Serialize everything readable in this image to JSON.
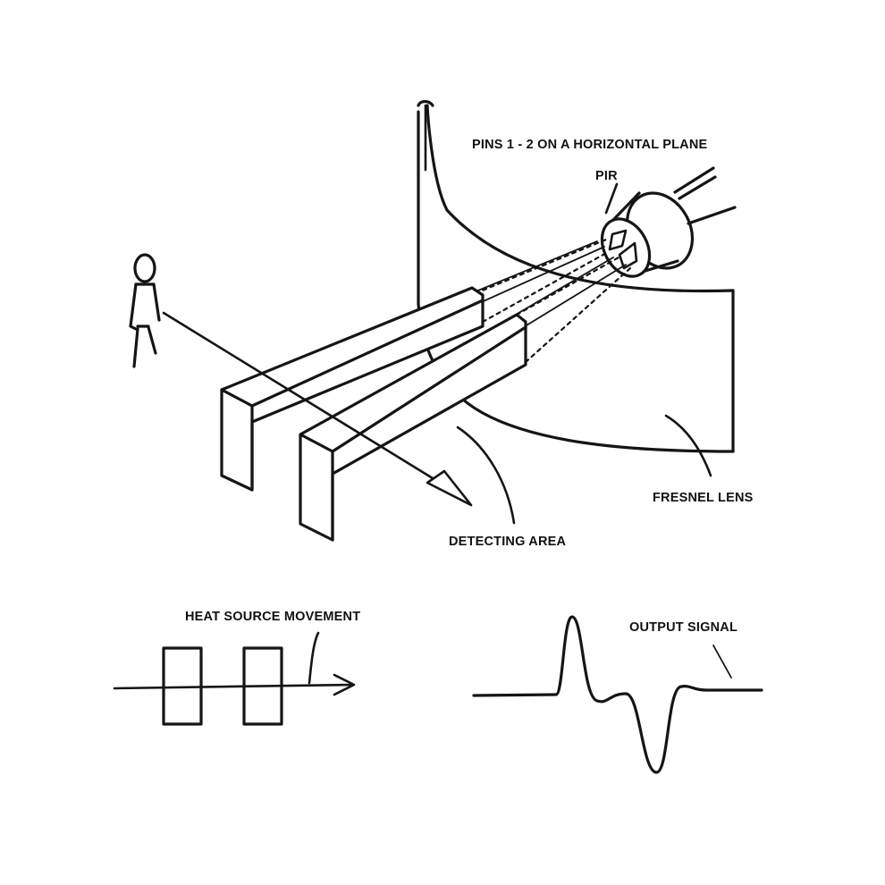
{
  "labels": {
    "pins": "PINS 1 - 2 ON A HORIZONTAL PLANE",
    "pir": "PIR",
    "fresnel": "FRESNEL LENS",
    "detecting": "DETECTING AREA",
    "heat": "HEAT SOURCE MOVEMENT",
    "output": "OUTPUT SIGNAL"
  },
  "colors": {
    "ink": "#151515",
    "background": "#ffffff"
  }
}
